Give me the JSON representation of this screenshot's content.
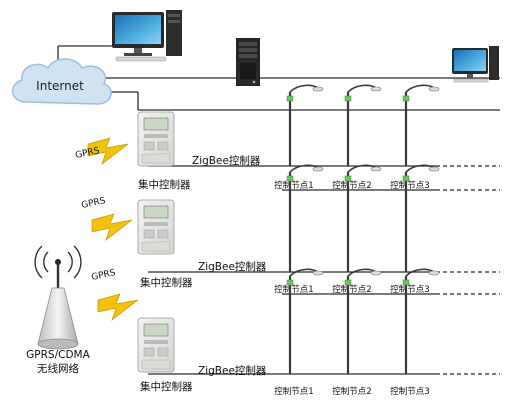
{
  "internet": {
    "label": "Internet"
  },
  "tower": {
    "label_line1": "GPRS/CDMA",
    "label_line2": "无线网络"
  },
  "gprs_label": "GPRS",
  "zigbee_label": "ZigBee控制器",
  "concentrator_label": "集中控制器",
  "node_labels": [
    "控制节点1",
    "控制节点2",
    "控制节点3"
  ],
  "colors": {
    "line": "#2b2b2b",
    "cloud": "#cfe3f3",
    "cloud_edge": "#9fbfdc",
    "lightning": "#f2c20b",
    "device": "#e9e9e6",
    "pole": "#3a3a3a"
  },
  "icons": [
    "internet-cloud-icon",
    "desktop-computer-icon",
    "server-tower-icon",
    "radio-tower-icon",
    "lightning-icon",
    "concentrator-device-icon",
    "street-lamp-icon"
  ]
}
